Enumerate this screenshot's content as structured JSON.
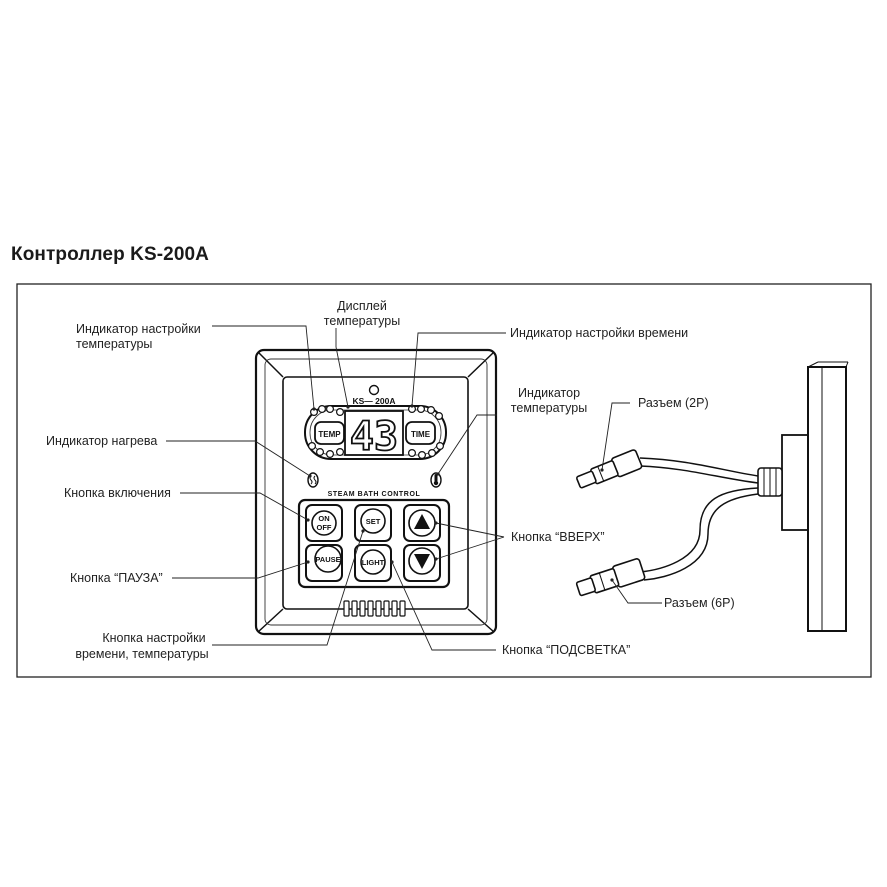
{
  "title": "Контроллер KS-200A",
  "device": {
    "model": "KS— 200A",
    "display_value": "43",
    "brand_strip": "STEAM BATH CONTROL",
    "buttons": {
      "temp": "TEMP",
      "time": "TIME",
      "on": "ON",
      "off": "OFF",
      "set": "SET",
      "pause": "PAUSE",
      "light": "LIGHT"
    }
  },
  "labels": {
    "display_line1": "Дисплей",
    "display_line2": "температуры",
    "temp_setting_line1": "Индикатор настройки",
    "temp_setting_line2": "температуры",
    "time_setting": "Индикатор настройки времени",
    "temp_indicator_line1": "Индикатор",
    "temp_indicator_line2": "температуры",
    "heating_indicator": "Индикатор нагрева",
    "power_button": "Кнопка включения",
    "up_button": "Кнопка “ВВЕРХ”",
    "pause_button": "Кнопка “ПАУЗА”",
    "set_button_line1": "Кнопка настройки",
    "set_button_line2": "времени, температуры",
    "light_button": "Кнопка “ПОДСВЕТКА”",
    "connector_2p": "Разъем (2Р)",
    "connector_6p": "Разъем (6Р)"
  }
}
